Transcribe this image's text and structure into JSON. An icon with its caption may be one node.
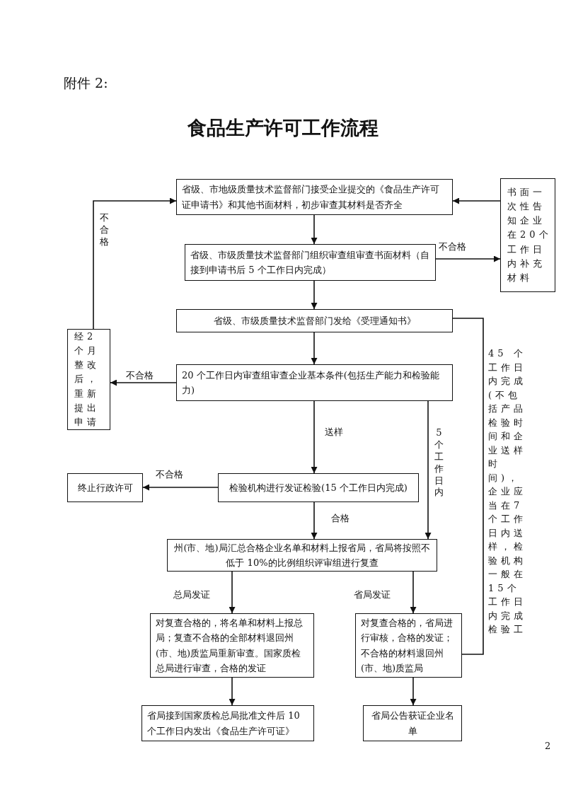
{
  "diagram": {
    "title": "食品生产许可工作流程",
    "nodes": [
      {
        "text": [
          "省级、市地级质量技术监督部门接受企业提交的《食品生产许可证申请书》和其他书面材料，初步审查其材料是否齐全"
        ]
      },
      {
        "text": [
          "省级、市级质量技术监督部门组织审查组审查书面材料（自接到申请书后 5 个工作日内完成）"
        ]
      },
      {
        "text": [
          "书面一次性告知企业在20个工作日内补充材料"
        ]
      },
      {
        "text": [
          "省级、市级质量技术监督部门发给《受理通知书》"
        ]
      },
      {
        "text": [
          "经2个月整改后，重新提出申请"
        ]
      },
      {
        "text": [
          "20 个工作日内审查组审查企业基本条件(包括生产能力和检验能力)"
        ]
      },
      {
        "text": [
          "检验机构进行发证检验(15 个工作日内完成)"
        ]
      },
      {
        "text": [
          "终止行政许可"
        ]
      },
      {
        "text": [
          "州(市、地)局汇总合格企业名单和材料上报省局，省局将按照不低于 10%的比例组织评审组进行复查"
        ]
      },
      {
        "text": [
          "对复查合格的，将名单和材料上报总局；复查不合格的全部材料退回州(市、地)质监局重新审查。国家质检总局进行审查，合格的发证"
        ]
      },
      {
        "text": [
          "对复查合格的，省局进行审核，合格的发证；不合格的材料退回州(市、地)质监局"
        ]
      },
      {
        "text": [
          "省局接到国家质检总局批准文件后 10 个工作日内发出《食品生产许可证》"
        ]
      },
      {
        "text": [
          "省局公告获证企业名单"
        ]
      }
    ],
    "edges": [
      {
        "from": 0,
        "to": 1,
        "arrow": "to"
      },
      {
        "from": 1,
        "to": 2,
        "arrow": "to",
        "label": "不合格"
      },
      {
        "from": 2,
        "to": 0,
        "arrow": "to"
      },
      {
        "from": 1,
        "to": 3,
        "arrow": "to"
      },
      {
        "from": 3,
        "to": 5,
        "arrow": "to"
      },
      {
        "from": 5,
        "to": 4,
        "arrow": "to",
        "label": "不合格"
      },
      {
        "from": 4,
        "to": 0,
        "arrow": "to",
        "label": "不合格"
      },
      {
        "from": 5,
        "to": 6,
        "arrow": "to",
        "label": "送样"
      },
      {
        "from": 5,
        "to": 8,
        "arrow": "to",
        "label": "5个工作日内"
      },
      {
        "from": 6,
        "to": 7,
        "arrow": "to",
        "label": "不合格"
      },
      {
        "from": 6,
        "to": 8,
        "arrow": "to",
        "label": "合格"
      },
      {
        "from": 8,
        "to": 9,
        "arrow": "to",
        "label": "总局发证"
      },
      {
        "from": 8,
        "to": 10,
        "arrow": "to",
        "label": "省局发证"
      },
      {
        "from": 9,
        "to": 11,
        "arrow": "to"
      },
      {
        "from": 10,
        "to": 12,
        "arrow": "to"
      },
      {
        "from": 3,
        "to": 10,
        "arrow": "none",
        "label": "45 个工作日内完成(不包括产品检验时间和企业送样时间)，企业应当在7个工作日内送样，检验机构一般在15个工作日内完成检验工"
      }
    ],
    "labels": [
      "附件 2:",
      "2"
    ]
  }
}
